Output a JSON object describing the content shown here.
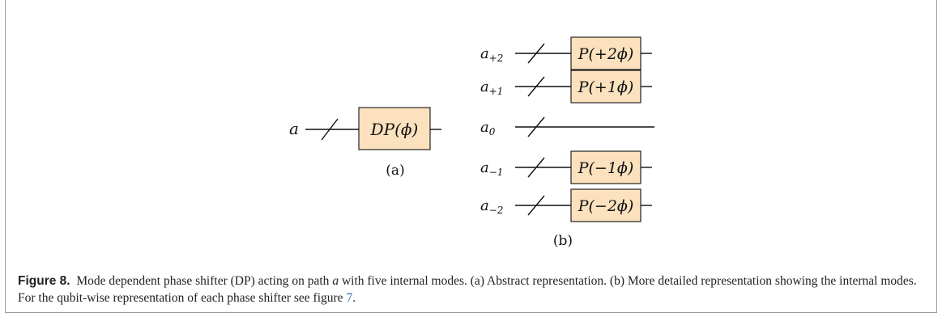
{
  "panel_a": {
    "input_label": "a",
    "gate_label": "DP(ϕ)",
    "sublabel": "(a)"
  },
  "panel_b": {
    "sublabel": "(b)",
    "modes": [
      {
        "label_base": "a",
        "label_sub": "+2",
        "gate": "P(+2ϕ)"
      },
      {
        "label_base": "a",
        "label_sub": "+1",
        "gate": "P(+1ϕ)"
      },
      {
        "label_base": "a",
        "label_sub": "0",
        "gate": ""
      },
      {
        "label_base": "a",
        "label_sub": "−1",
        "gate": "P(−1ϕ)"
      },
      {
        "label_base": "a",
        "label_sub": "−2",
        "gate": "P(−2ϕ)"
      }
    ]
  },
  "caption": {
    "label": "Figure 8.",
    "text_1": "Mode dependent phase shifter (DP) acting on path ",
    "path": "a",
    "text_2": " with five internal modes. (a) Abstract representation. (b) More detailed representation showing the internal modes. For the qubit-wise representation of each phase shifter see figure ",
    "ref": "7",
    "end": "."
  }
}
